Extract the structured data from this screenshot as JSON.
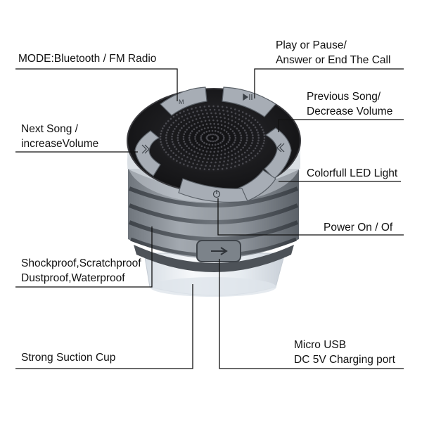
{
  "callouts": {
    "mode": [
      "MODE:Bluetooth / FM Radio"
    ],
    "play_pause": [
      "Play or Pause/",
      "Answer or End The Call"
    ],
    "previous_song": [
      "Previous Song/",
      "Decrease Volume"
    ],
    "next_song": [
      "Next Song /",
      "increaseVolume"
    ],
    "led_light": [
      "Colorfull LED Light"
    ],
    "power": [
      "Power On / Of"
    ],
    "shockproof": [
      "Shockproof,Scratchproof",
      "Dustproof,Waterproof"
    ],
    "suction_cup": [
      "Strong Suction Cup"
    ],
    "micro_usb": [
      "Micro USB",
      "DC 5V Charging port"
    ]
  },
  "colors": {
    "body_gray": "#8e949b",
    "body_dark": "#5d636a",
    "top_black": "#1c1c1e",
    "button_gray": "#a7adb5",
    "base_clear": "#eef2f6",
    "leader_line": "#111111"
  },
  "icons": {
    "mode_button": "mode-icon",
    "play_button": "play-pause-icon",
    "previous_button": "previous-icon",
    "next_button": "next-icon",
    "power_button": "power-icon",
    "usb_cover": "usb-port-icon"
  }
}
